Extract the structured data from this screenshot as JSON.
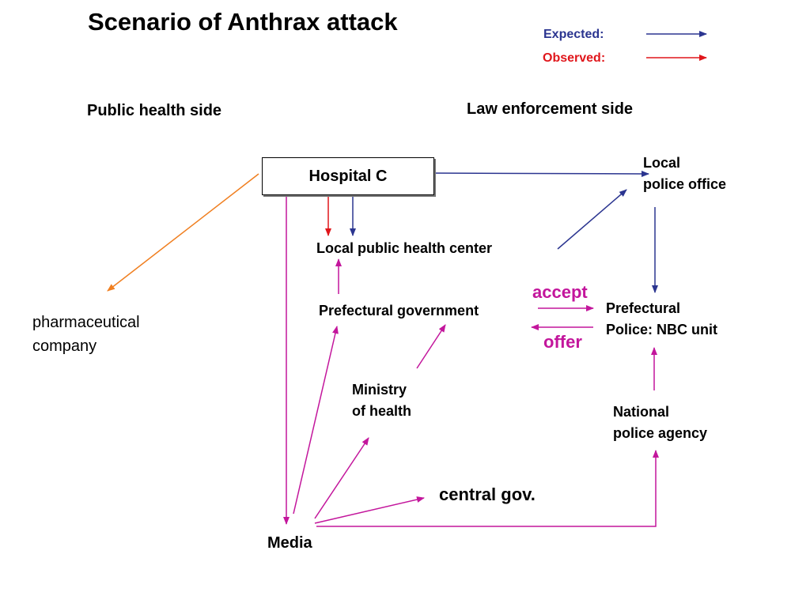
{
  "title": "Scenario of Anthrax attack",
  "legend": {
    "expected_label": "Expected:",
    "observed_label": "Observed:",
    "expected_color": "#2b3590",
    "observed_color": "#e0161b"
  },
  "sides": {
    "public_health": "Public health side",
    "law_enforcement": "Law enforcement side"
  },
  "nodes": {
    "hospital": "Hospital C",
    "local_police": "Local\npolice office",
    "local_health_center": "Local public health center",
    "prefectural_government": "Prefectural government",
    "prefectural_police": "Prefectural\nPolice: NBC unit",
    "pharma": "pharmaceutical\ncompany",
    "ministry": "Ministry\nof health",
    "national_police": "National\npolice agency",
    "central_gov": "central gov.",
    "media": "Media"
  },
  "edge_labels": {
    "accept": "accept",
    "offer": "offer"
  },
  "colors": {
    "media_arrows": "#c3169c",
    "pharma_arrow": "#f07f20",
    "accept_offer_text": "#c3169c"
  }
}
